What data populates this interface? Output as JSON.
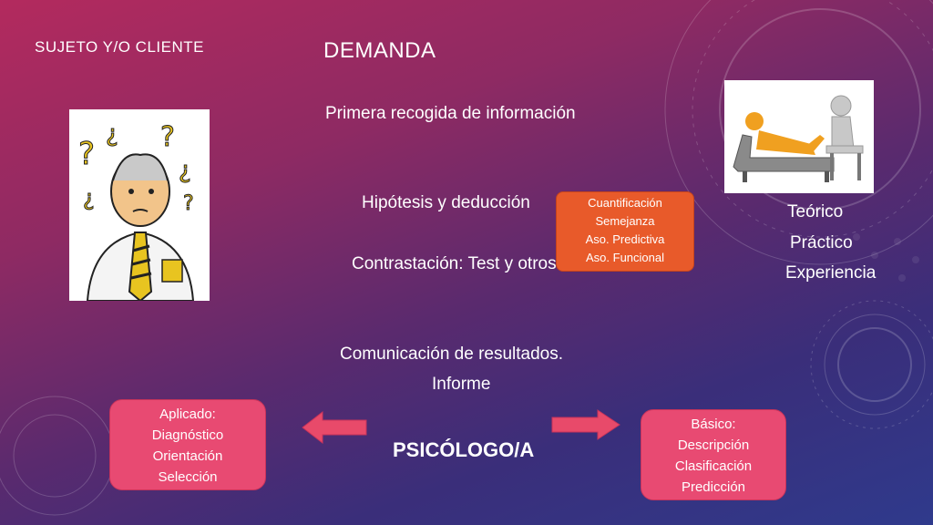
{
  "header": {
    "left_title": "SUJETO Y/O CLIENTE",
    "center_title": "DEMANDA"
  },
  "process": {
    "step1": "Primera recogida de información",
    "step2": "Hipótesis y deducción",
    "step3": "Contrastación: Test y otros",
    "step4_line1": "Comunicación de resultados.",
    "step4_line2": "Informe"
  },
  "callout": {
    "items": [
      "Cuantificación",
      "Semejanza",
      "Aso. Predictiva",
      "Aso. Funcional"
    ]
  },
  "knowledge": {
    "items": [
      "Teórico",
      "Práctico",
      "Experiencia"
    ]
  },
  "footer": {
    "center_label": "PSICÓLOGO/A"
  },
  "left_box": {
    "items": [
      "Aplicado:",
      "Diagnóstico",
      "Orientación",
      "Selección"
    ]
  },
  "right_box": {
    "items": [
      "Básico:",
      "Descripción",
      "Clasificación",
      "Predicción"
    ]
  },
  "images": {
    "left": "confused-man-illustration",
    "right": "therapy-session-figures"
  },
  "colors": {
    "callout": "#e85a2a",
    "pink_box": "#e84a72",
    "arrow": "#e84a6a"
  }
}
